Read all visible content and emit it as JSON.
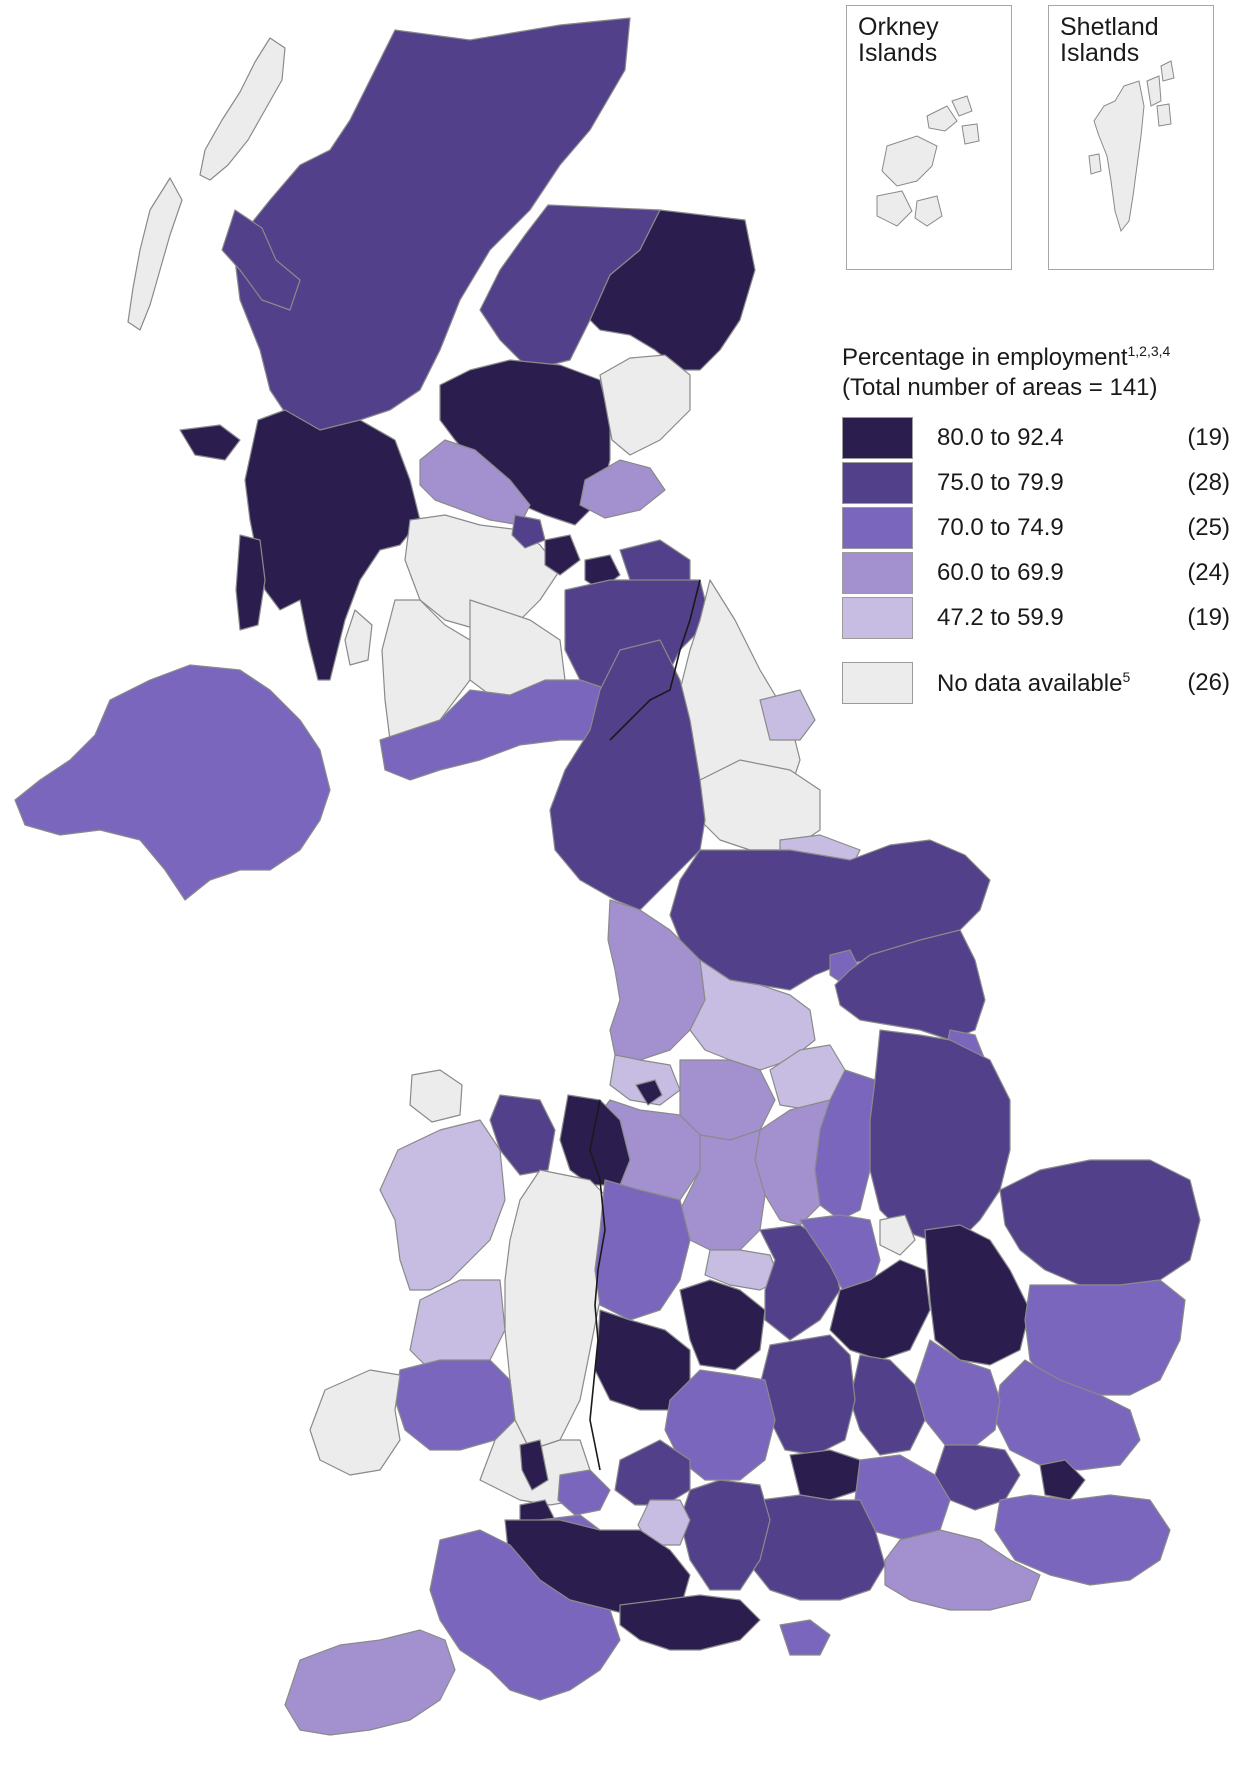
{
  "insets": [
    {
      "label": "Orkney\nIslands",
      "label_line1": "Orkney",
      "label_line2": "Islands"
    },
    {
      "label": "Shetland\nIslands",
      "label_line1": "Shetland",
      "label_line2": "Islands"
    }
  ],
  "legend": {
    "title_line1": "Percentage in employment",
    "title_sup": "1,2,3,4",
    "title_line2": "(Total number of areas = 141)",
    "classes": [
      {
        "range": "80.0 to 92.4",
        "count": "(19)",
        "color": "#2b1e4f"
      },
      {
        "range": "75.0 to 79.9",
        "count": "(28)",
        "color": "#53408a"
      },
      {
        "range": "70.0 to 74.9",
        "count": "(25)",
        "color": "#7a66bd"
      },
      {
        "range": "60.0 to 69.9",
        "count": "(24)",
        "color": "#a391cf"
      },
      {
        "range": "47.2 to 59.9",
        "count": "(19)",
        "color": "#c7bde3"
      }
    ],
    "no_data": {
      "label": "No data available",
      "sup": "5",
      "count": "(26)",
      "color": "#ececec"
    }
  },
  "map": {
    "border_color": "#8a8a8a",
    "country_border_color": "#1a1a1a",
    "region_class_colors": {
      "c1": "#2b1e4f",
      "c2": "#53408a",
      "c3": "#7a66bd",
      "c4": "#a391cf",
      "c5": "#c7bde3",
      "nd": "#ececec"
    }
  }
}
